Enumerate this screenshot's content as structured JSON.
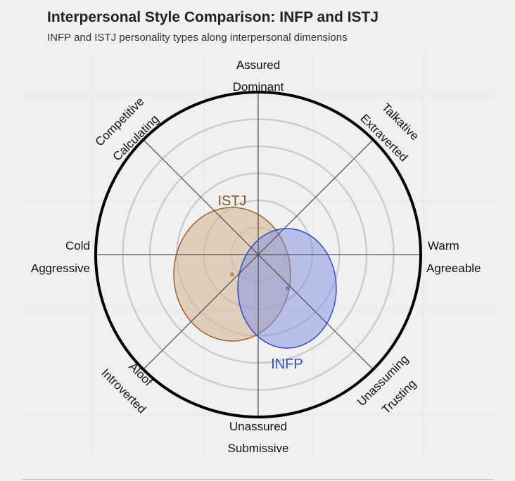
{
  "title": "Interpersonal Style Comparison: INFP and ISTJ",
  "subtitle": "INFP and ISTJ personality types along interpersonal dimensions",
  "axis_labels": {
    "top": [
      "Assured",
      "Dominant"
    ],
    "bottom": [
      "Unassured",
      "Submissive"
    ],
    "left": [
      "Cold",
      "Aggressive"
    ],
    "right": [
      "Warm",
      "Agreeable"
    ],
    "top_left": [
      "Competitive",
      "Calculating"
    ],
    "top_right": [
      "Talkative",
      "Extraverted"
    ],
    "bottom_left": [
      "Aloof",
      "Introverted"
    ],
    "bottom_right": [
      "Unassuming",
      "Trusting"
    ]
  },
  "series_labels": {
    "istj": "ISTJ",
    "infp": "INFP"
  },
  "colors": {
    "istj": "#a0622a",
    "istj_fill": "#d9c3a6",
    "infp": "#2e4fc7",
    "infp_fill": "#a8b3ea",
    "background": "#f0f0f0"
  },
  "chart_data": {
    "type": "scatter",
    "subtype": "interpersonal-circumplex",
    "title": "Interpersonal Style Comparison: INFP and ISTJ",
    "subtitle": "INFP and ISTJ personality types along interpersonal dimensions",
    "axes": {
      "x": {
        "negative": "Cold / Aggressive",
        "positive": "Warm / Agreeable",
        "range": [
          -6,
          6
        ]
      },
      "y": {
        "negative": "Unassured / Submissive",
        "positive": "Assured / Dominant",
        "range": [
          -6,
          6
        ]
      }
    },
    "rings": [
      1,
      2,
      3,
      4,
      5,
      6
    ],
    "series": [
      {
        "name": "ISTJ",
        "center": [
          -0.95,
          -0.7
        ],
        "spread": [
          2.15,
          2.45
        ],
        "color": "#a0622a"
      },
      {
        "name": "INFP",
        "center": [
          1.1,
          -1.25
        ],
        "spread": [
          1.8,
          2.2
        ],
        "color": "#2e4fc7"
      }
    ],
    "legend": "inline labels"
  }
}
